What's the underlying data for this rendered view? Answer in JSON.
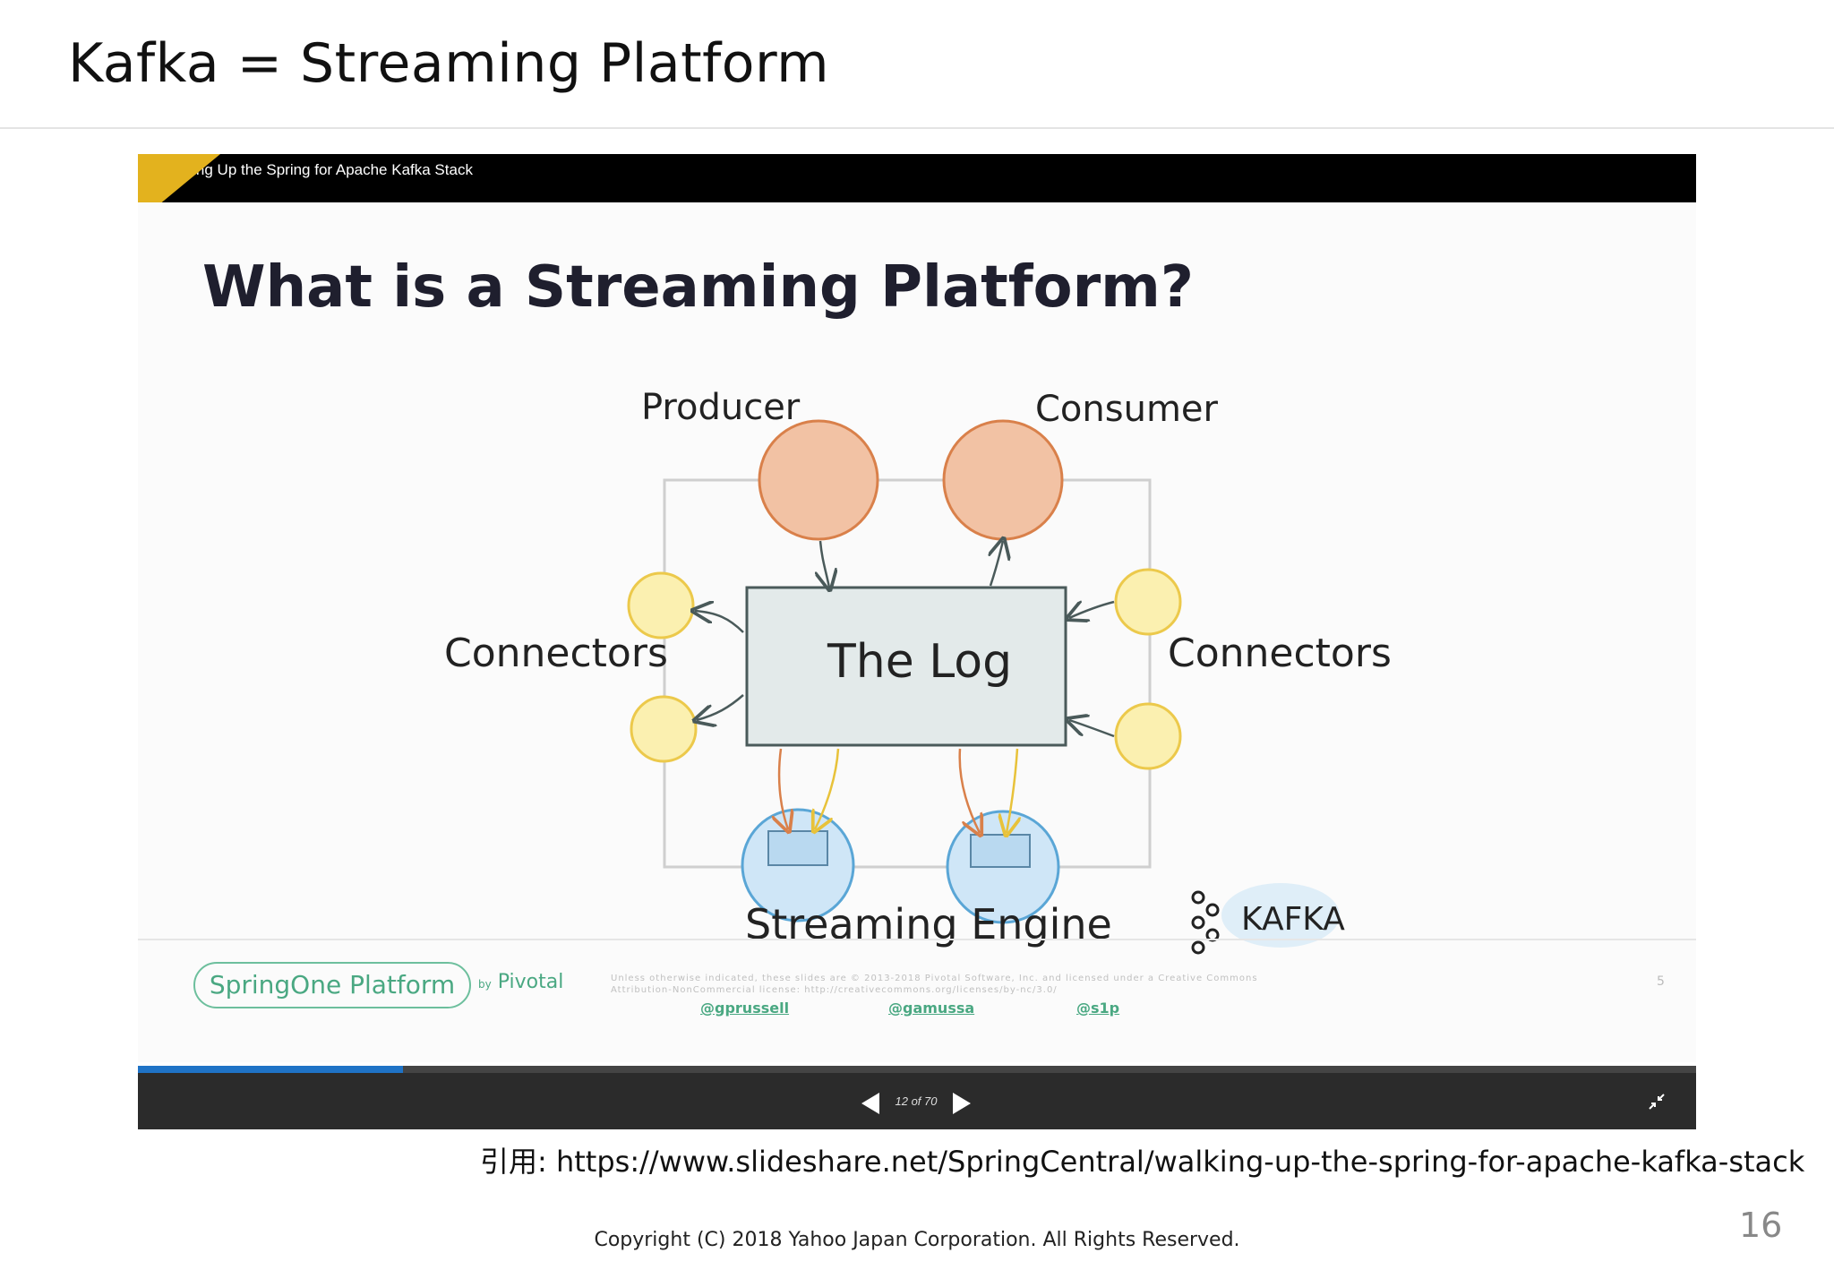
{
  "slide": {
    "title": "Kafka = Streaming Platform",
    "page_number": "16",
    "citation": "引用: https://www.slideshare.net/SpringCentral/walking-up-the-spring-for-apache-kafka-stack",
    "copyright": "Copyright (C) 2018 Yahoo Japan Corporation. All Rights Reserved."
  },
  "embed": {
    "title": "Walking Up the Spring for Apache Kafka Stack",
    "slide_counter": "12 of 70",
    "progress": 0.17,
    "inner_slide": {
      "heading": "What is a Streaming Platform?",
      "diagram": {
        "producer": "Producer",
        "consumer": "Consumer",
        "connectors_left": "Connectors",
        "connectors_right": "Connectors",
        "log": "The Log",
        "streaming_engine": "Streaming Engine",
        "kafka_logo_text": "KAFKA"
      },
      "footer": {
        "brand": "SpringOne Platform",
        "by": "by",
        "pivotal": "Pivotal",
        "legal": "Unless otherwise indicated, these slides are © 2013-2018 Pivotal Software, Inc. and licensed under a Creative Commons Attribution-NonCommercial license: http://creativecommons.org/licenses/by-nc/3.0/",
        "page": "5",
        "handles": [
          "@gprussell",
          "@gamussa",
          "@s1p"
        ]
      }
    }
  },
  "colors": {
    "producer": "#f2c2a4",
    "connector": "#fbf0b0",
    "engine": "#cfe6f7",
    "log": "#e3eaea",
    "progress": "#1f73c6",
    "brand_green": "#4aa882"
  }
}
